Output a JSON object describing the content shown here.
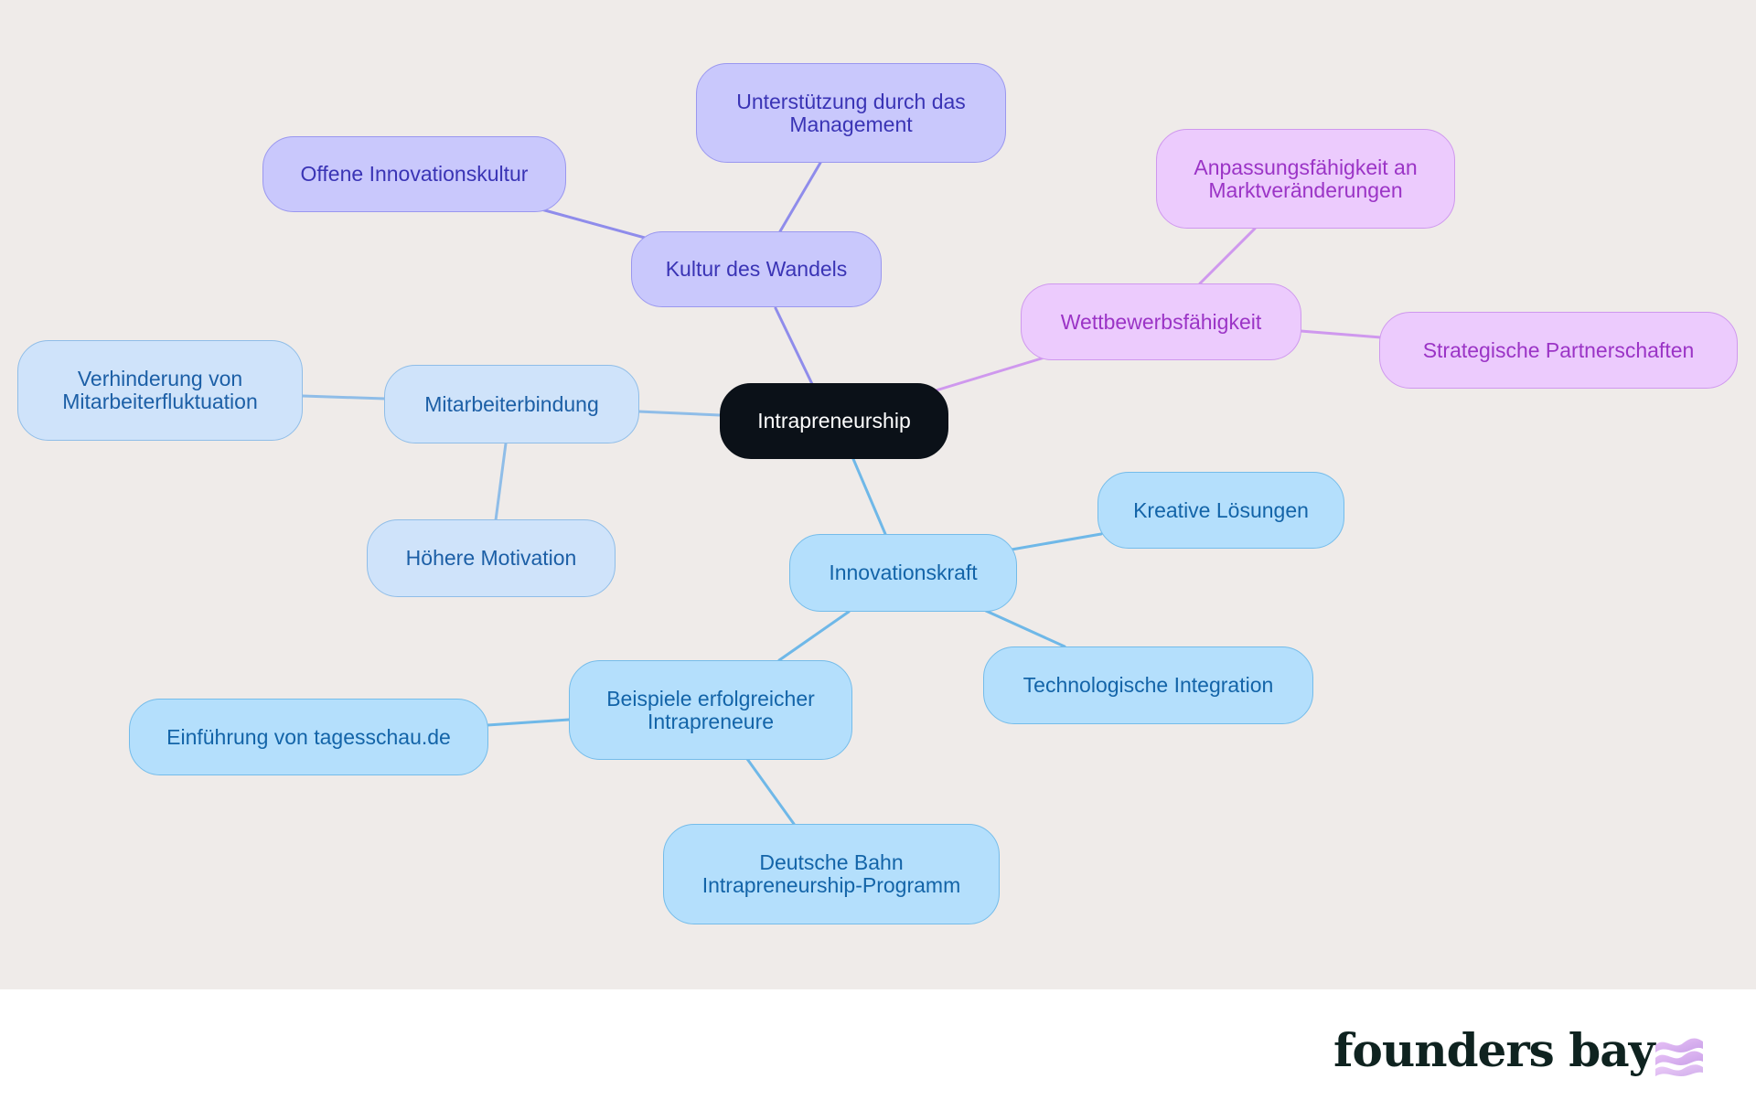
{
  "diagram": {
    "root": {
      "label": [
        "Intrapreneurship"
      ]
    },
    "branches": {
      "kultur": {
        "label": [
          "Kultur des Wandels"
        ]
      },
      "kultur_management": {
        "label": [
          "Unterstützung durch das",
          "Management"
        ]
      },
      "kultur_offene": {
        "label": [
          "Offene Innovationskultur"
        ]
      },
      "wettbewerb": {
        "label": [
          "Wettbewerbsfähigkeit"
        ]
      },
      "wettbewerb_anpassung": {
        "label": [
          "Anpassungsfähigkeit an",
          "Marktveränderungen"
        ]
      },
      "wettbewerb_partner": {
        "label": [
          "Strategische Partnerschaften"
        ]
      },
      "mitarbeiter": {
        "label": [
          "Mitarbeiterbindung"
        ]
      },
      "mitarbeiter_fluktuation": {
        "label": [
          "Verhinderung von",
          "Mitarbeiterfluktuation"
        ]
      },
      "mitarbeiter_motivation": {
        "label": [
          "Höhere Motivation"
        ]
      },
      "innovation": {
        "label": [
          "Innovationskraft"
        ]
      },
      "innovation_kreativ": {
        "label": [
          "Kreative Lösungen"
        ]
      },
      "innovation_tech": {
        "label": [
          "Technologische Integration"
        ]
      },
      "innovation_beispiele": {
        "label": [
          "Beispiele erfolgreicher",
          "Intrapreneure"
        ]
      },
      "beispiele_tagesschau": {
        "label": [
          "Einführung von tagesschau.de"
        ]
      },
      "beispiele_bahn": {
        "label": [
          "Deutsche Bahn",
          "Intrapreneurship-Programm"
        ]
      }
    },
    "colors": {
      "root": "#0b1118",
      "indigo": "#c9c8fc",
      "purple": "#eccbfd",
      "sky": "#b4dffc",
      "pale": "#cfe3fa",
      "edge_indigo": "#8f8ceb",
      "edge_purple": "#cf98ee",
      "edge_sky": "#6fb8e8",
      "edge_pale": "#8fbde8"
    }
  },
  "footer": {
    "brand_name": "founders bay",
    "brand_logo_icon": "wave-icon"
  }
}
